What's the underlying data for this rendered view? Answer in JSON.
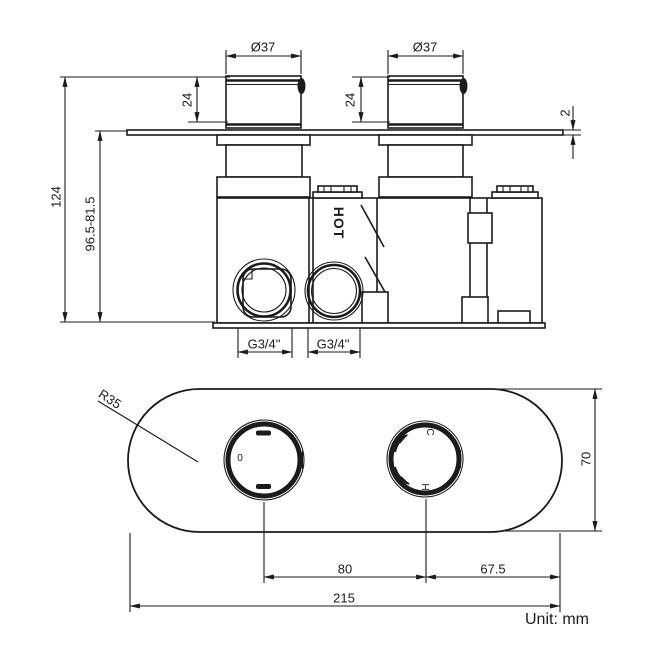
{
  "meta": {
    "unit_label": "Unit: mm"
  },
  "colors": {
    "line": "#1b1b1b",
    "background": "#ffffff"
  },
  "front_view": {
    "labels": {
      "hot_inlet": "HOT"
    },
    "dimensions": {
      "knob_diameter_left": "Ø37",
      "knob_diameter_right": "Ø37",
      "knob_height_left": "24",
      "knob_height_right": "24",
      "plate_thickness": "2",
      "overall_depth": "124",
      "recess_depth_range": "96.5-81.5",
      "inlet_thread_left": "G3/4\"",
      "inlet_thread_right": "G3/4\""
    }
  },
  "plan_view": {
    "handle_marks": {
      "zero": "0",
      "cold": "C",
      "hot": "H"
    },
    "dimensions": {
      "corner_radius": "R35",
      "plate_height": "70",
      "handle_spacing": "80",
      "handle_to_edge": "67.5",
      "plate_width": "215"
    }
  }
}
